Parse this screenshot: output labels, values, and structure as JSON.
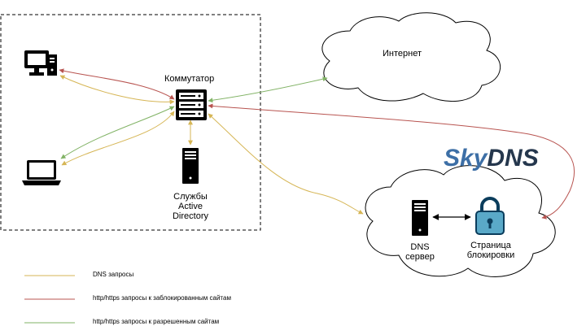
{
  "nodes": {
    "switch": "Коммутатор",
    "internet": "Интернет",
    "ad_line1": "Службы",
    "ad_line2": "Active",
    "ad_line3": "Directory",
    "dns_line1": "DNS",
    "dns_line2": "сервер",
    "block_line1": "Страница",
    "block_line2": "блокировки"
  },
  "brand": {
    "logo_text": "SkyDNS",
    "color_sky": "#3d6fa6",
    "color_dns": "#25374d"
  },
  "legend": [
    {
      "label": "DNS запросы",
      "color": "#d6b656"
    },
    {
      "label": "http/https запросы к заблокированным сайтам",
      "color": "#b85450"
    },
    {
      "label": "http/https запросы к разрешенным сайтам",
      "color": "#82b366"
    }
  ],
  "icons": {
    "desktop": "desktop-computer-icon",
    "laptop": "laptop-icon",
    "switch": "network-switch-icon",
    "ad_server": "server-tower-icon",
    "dns_server": "server-tower-icon",
    "lock": "padlock-icon"
  }
}
